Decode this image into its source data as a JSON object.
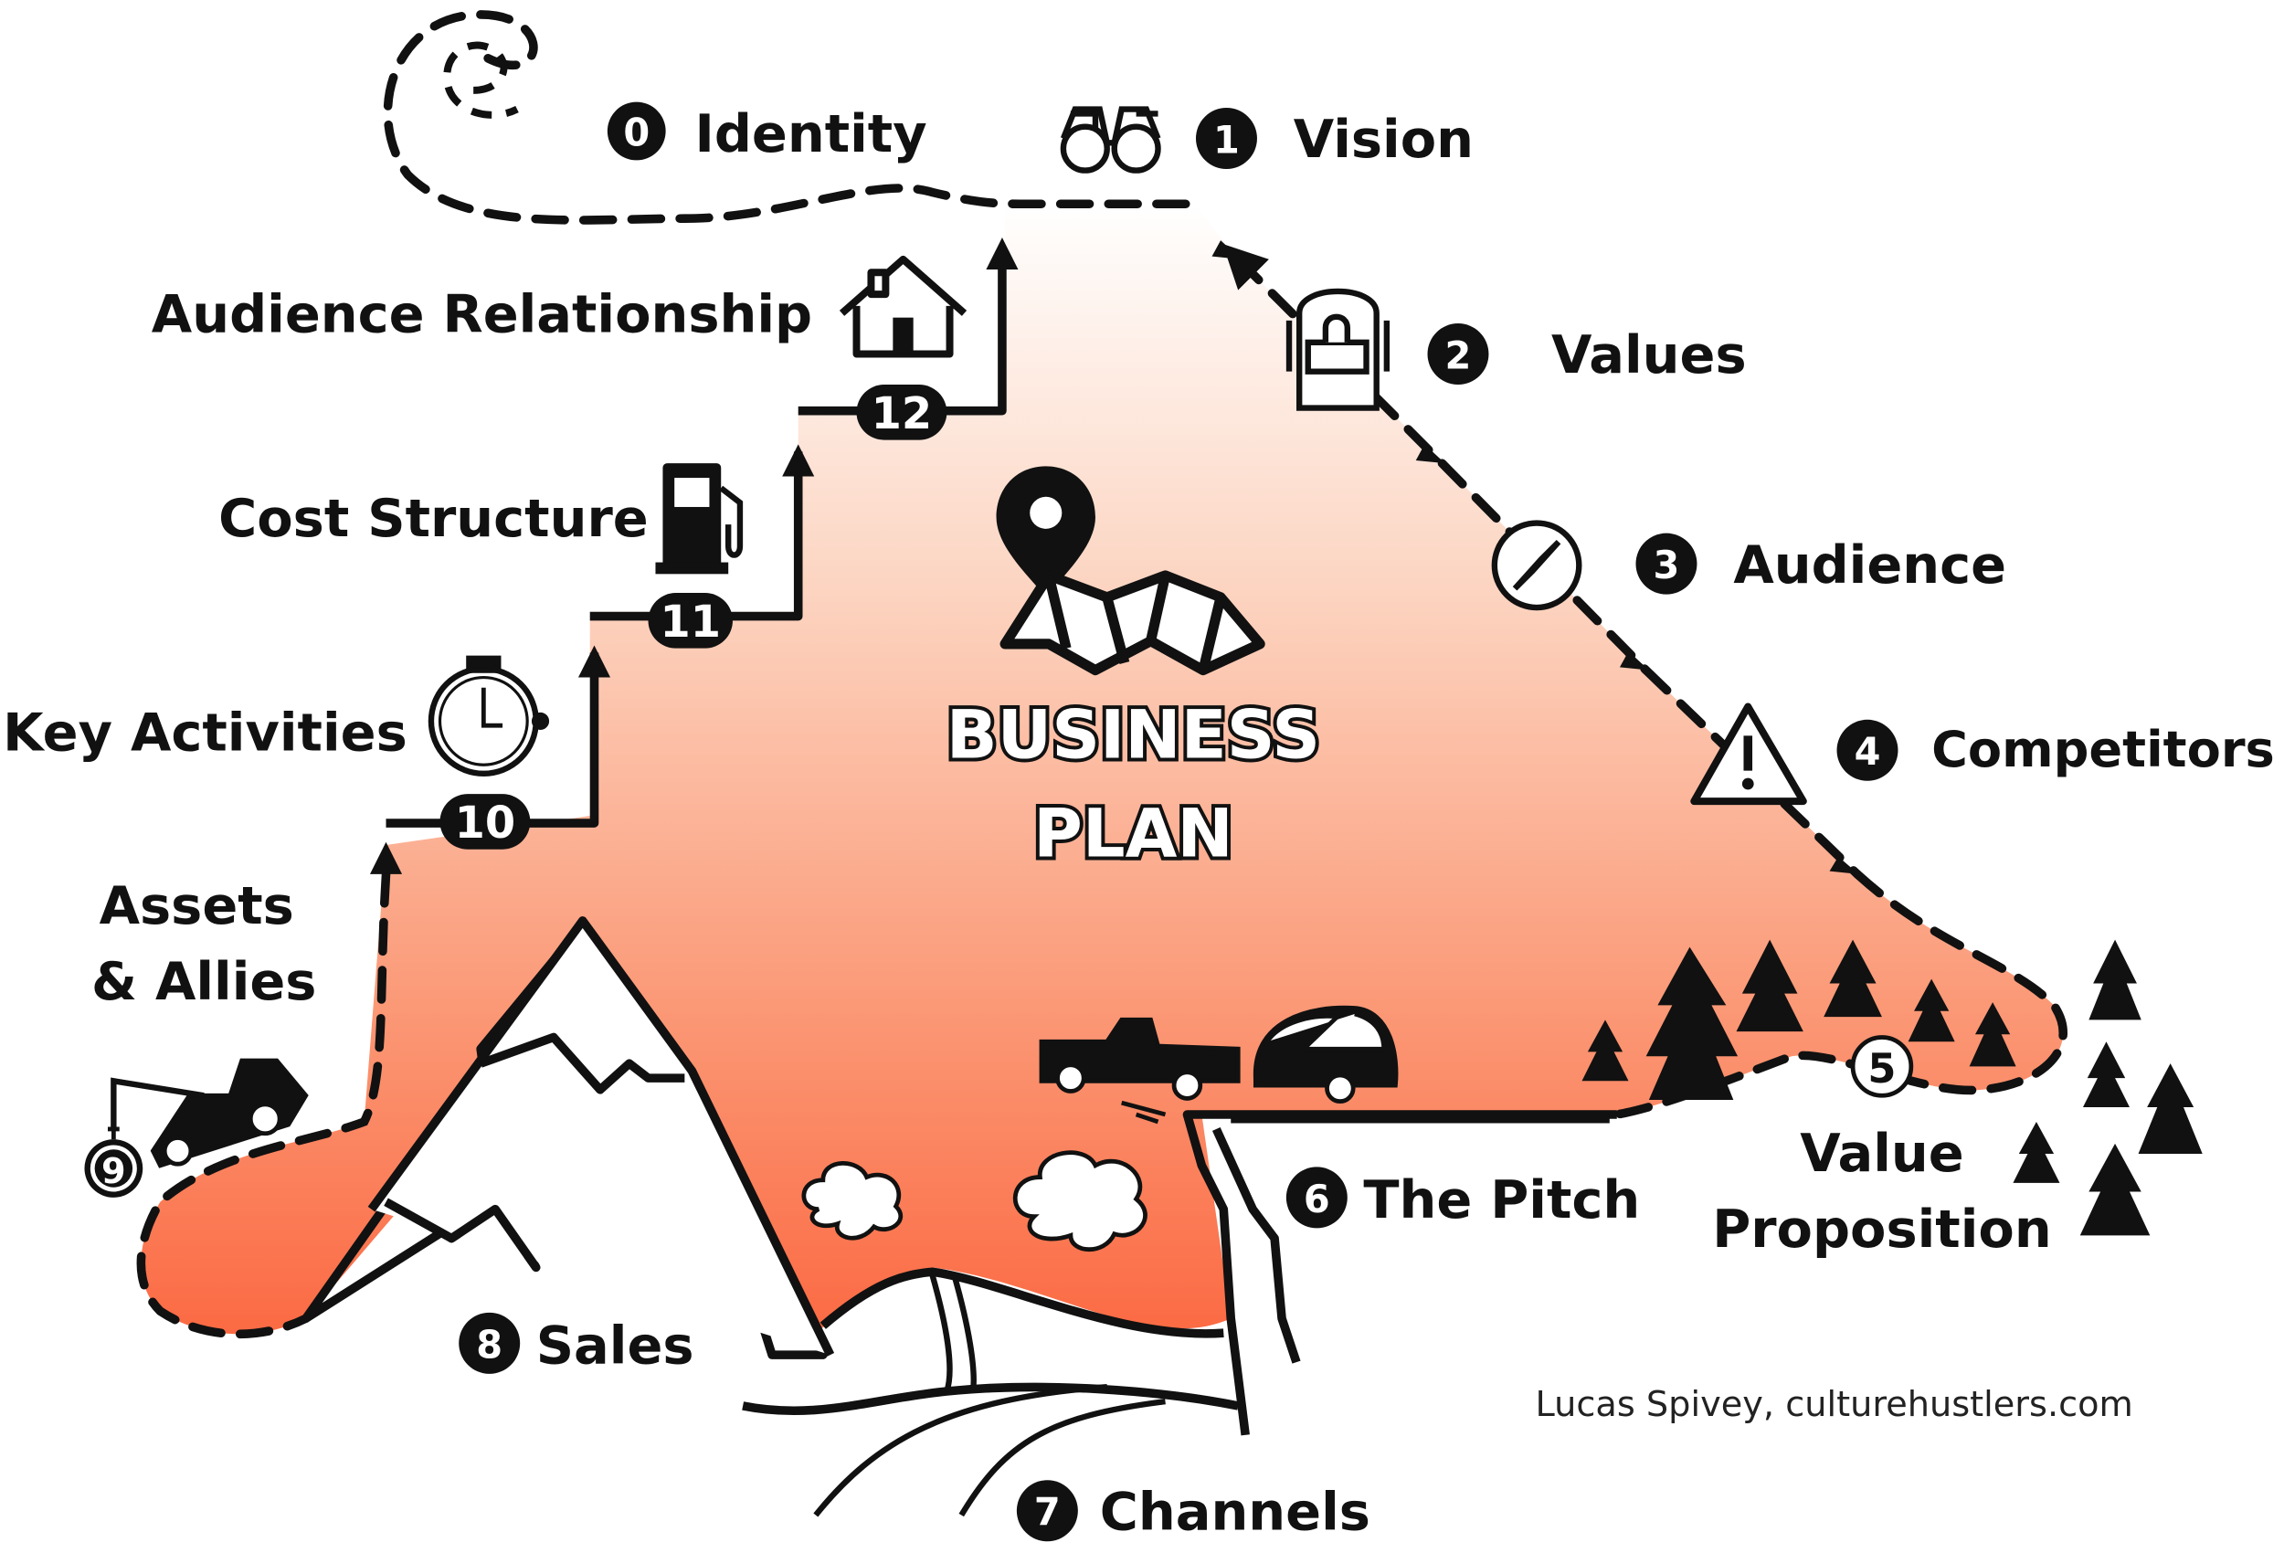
{
  "colors": {
    "gradient_top": "#ffffff",
    "gradient_bottom": "#fb6a43",
    "ink": "#111111"
  },
  "title": {
    "line1": "BUSINESS",
    "line2": "PLAN"
  },
  "credit": "Lucas Spivey, culturehustlers.com",
  "steps": {
    "s0": {
      "number": "0",
      "label": "Identity",
      "icon": "spiral-icon"
    },
    "s1": {
      "number": "1",
      "label": "Vision",
      "icon": "binoculars-icon"
    },
    "s2": {
      "number": "2",
      "label": "Values",
      "icon": "backpack-icon"
    },
    "s3": {
      "number": "3",
      "label": "Audience",
      "icon": "compass-icon"
    },
    "s4": {
      "number": "4",
      "label": "Competitors",
      "icon": "warning-sign-icon"
    },
    "s5": {
      "number": "5",
      "label_line1": "Value",
      "label_line2": "Proposition",
      "icon": "pine-trees-icon"
    },
    "s6": {
      "number": "6",
      "label": "The Pitch",
      "icon": "truck-with-trailer-icon"
    },
    "s7": {
      "number": "7",
      "label": "Channels",
      "icon": "road-icon"
    },
    "s8": {
      "number": "8",
      "label": "Sales",
      "icon": "mountain-icon"
    },
    "s9": {
      "number": "9",
      "label_line1": "Assets",
      "label_line2": "& Allies",
      "icon": "tow-truck-icon"
    },
    "s10": {
      "number": "10",
      "label": "Key Activities",
      "icon": "stopwatch-icon"
    },
    "s11": {
      "number": "11",
      "label": "Cost Structure",
      "icon": "fuel-pump-icon"
    },
    "s12": {
      "number": "12",
      "label": "Audience Relationship",
      "icon": "house-icon"
    }
  }
}
